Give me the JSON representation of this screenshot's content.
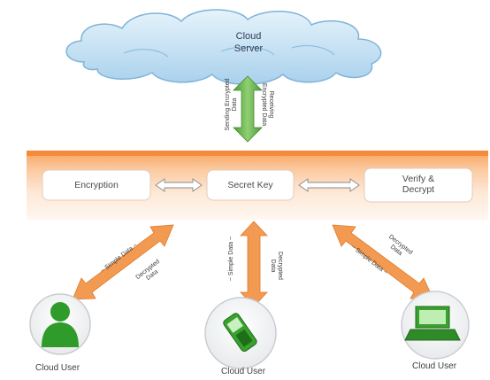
{
  "cloud": {
    "line1": "Cloud",
    "line2": "Server"
  },
  "server_link": {
    "left_line1": "Sending Encrypted",
    "left_line2": "Data",
    "right_line1": "Receiving",
    "right_line2": "Encrypted Data"
  },
  "boxes": {
    "encryption": "Encryption",
    "secret_key": "Secret Key",
    "verify_line1": "Verify &",
    "verify_line2": "Decrypt"
  },
  "user_links": {
    "left_upper": "~ Simple Data ~",
    "left_lower_line1": "Decrypted",
    "left_lower_line2": "Data",
    "middle_upper": "~ Simple Data ~",
    "middle_lower_line1": "Decrypted",
    "middle_lower_line2": "Data",
    "right_upper": "~ Simple Data ~",
    "right_lower_line1": "Decrypted",
    "right_lower_line2": "Data"
  },
  "users": {
    "left": "Cloud User",
    "middle": "Cloud User",
    "right": "Cloud User"
  },
  "colors": {
    "band_orange": "#f7a15a",
    "band_light": "#fde3cf",
    "arrow_orange": "#f39a52",
    "arrow_green": "#6ab04c",
    "cloud_blue": "#b8d9ef",
    "user_green": "#2e9b2a"
  }
}
